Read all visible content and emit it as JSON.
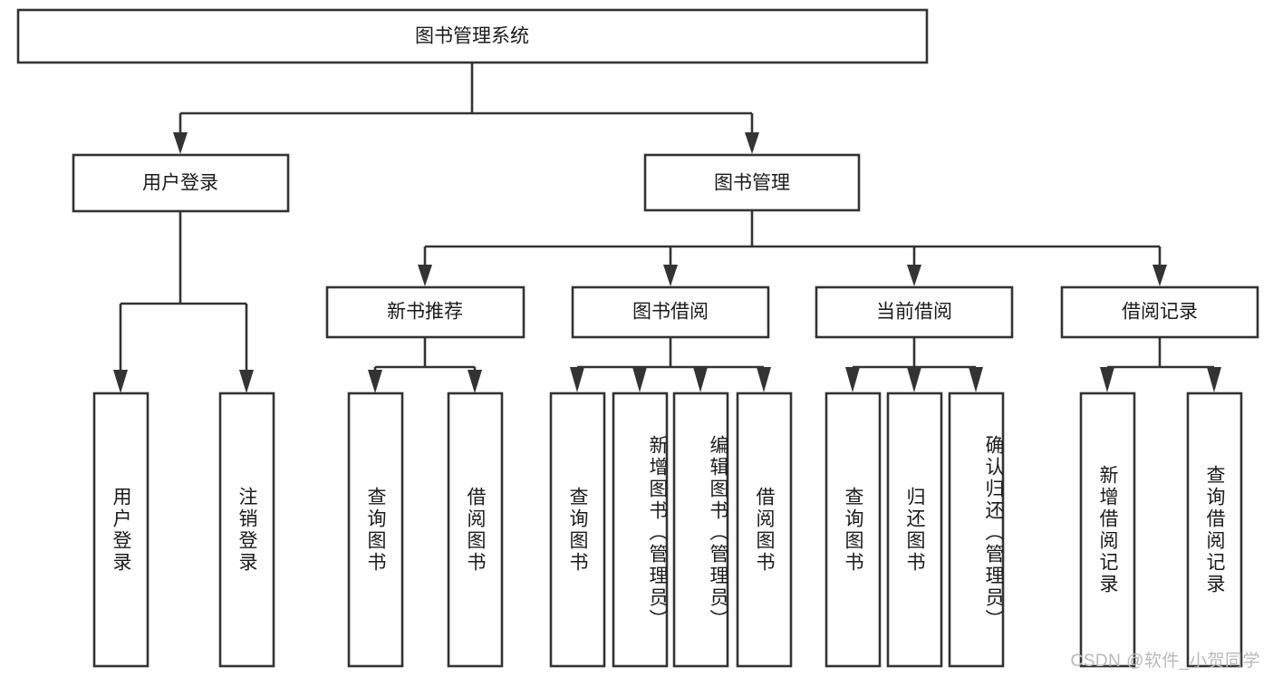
{
  "diagram": {
    "title": "图书管理系统",
    "type": "tree-hierarchy-chart",
    "watermark": "CSDN @软件_小贺同学",
    "colors": {
      "box_stroke": "#333333",
      "box_fill": "#ffffff",
      "text": "#1a1a1a",
      "watermark": "#b9b9b9",
      "background": "#ffffff"
    },
    "root": {
      "label": "图书管理系统"
    },
    "level2": [
      {
        "label": "用户登录"
      },
      {
        "label": "图书管理"
      }
    ],
    "level3": [
      {
        "label": "新书推荐"
      },
      {
        "label": "图书借阅"
      },
      {
        "label": "当前借阅"
      },
      {
        "label": "借阅记录"
      }
    ],
    "leaves": {
      "user_login": [
        {
          "label": "用户登录"
        },
        {
          "label": "注销登录"
        }
      ],
      "new_book_recommend": [
        {
          "label": "查询图书"
        },
        {
          "label": "借阅图书"
        }
      ],
      "book_borrow": [
        {
          "label": "查询图书"
        },
        {
          "label": "新增图书（管理员）"
        },
        {
          "label": "编辑图书（管理员）"
        },
        {
          "label": "借阅图书"
        }
      ],
      "current_borrow": [
        {
          "label": "查询图书"
        },
        {
          "label": "归还图书"
        },
        {
          "label": "确认归还（管理员）"
        }
      ],
      "borrow_record": [
        {
          "label": "新增借阅记录"
        },
        {
          "label": "查询借阅记录"
        }
      ]
    }
  }
}
